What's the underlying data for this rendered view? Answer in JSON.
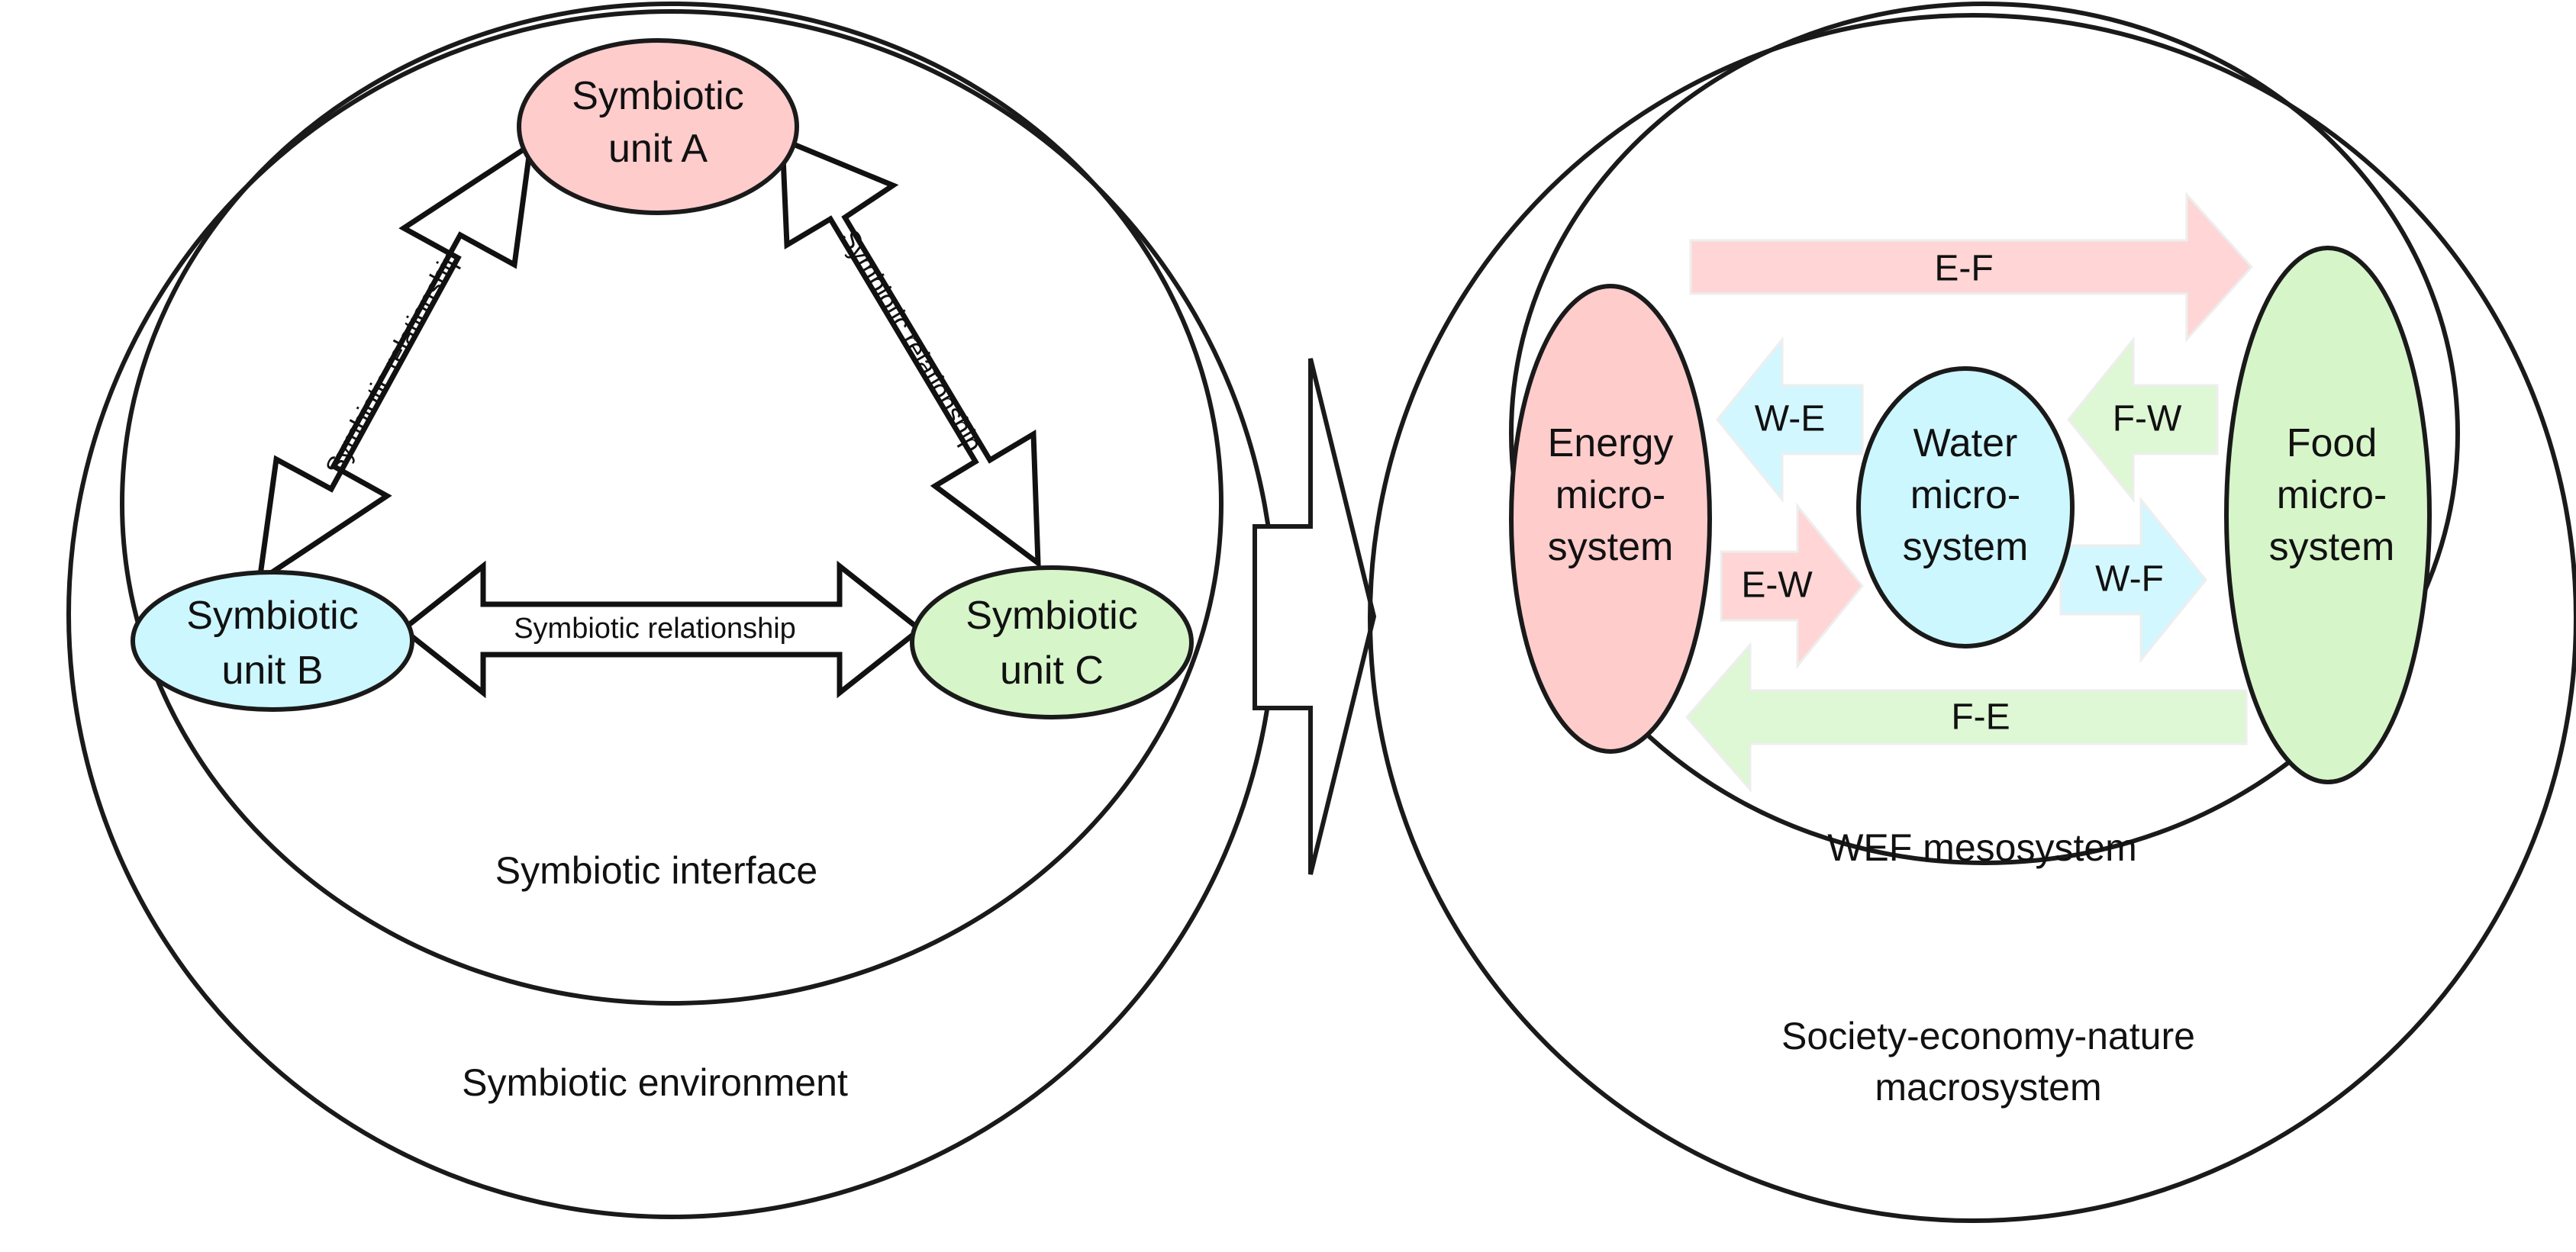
{
  "colors": {
    "red": "#FFCCCC",
    "blue": "#CCF7FF",
    "green": "#D6F5C9",
    "red_arrow": "#FFD5D5",
    "blue_arrow": "#D3F7FF",
    "green_arrow": "#DEF7D4",
    "stroke": "#1a1a1a"
  },
  "left": {
    "environment_label": "Symbiotic environment",
    "interface_label": "Symbiotic interface",
    "unit_a": [
      "Symbiotic",
      "unit A"
    ],
    "unit_b": [
      "Symbiotic",
      "unit B"
    ],
    "unit_c": [
      "Symbiotic",
      "unit C"
    ],
    "relationship_ab": "Symbiotic relationship",
    "relationship_ac": "Symbiotic relationship",
    "relationship_bc": "Symbiotic relationship"
  },
  "right": {
    "macrosystem_label": [
      "Society-economy-nature",
      "macrosystem"
    ],
    "mesosystem_label": "WEF mesosystem",
    "energy": [
      "Energy",
      "micro-",
      "system"
    ],
    "water": [
      "Water",
      "micro-",
      "system"
    ],
    "food": [
      "Food",
      "micro-",
      "system"
    ],
    "arrows": {
      "e_f": "E-F",
      "f_e": "F-E",
      "w_e": "W-E",
      "e_w": "E-W",
      "f_w": "F-W",
      "w_f": "W-F"
    }
  }
}
